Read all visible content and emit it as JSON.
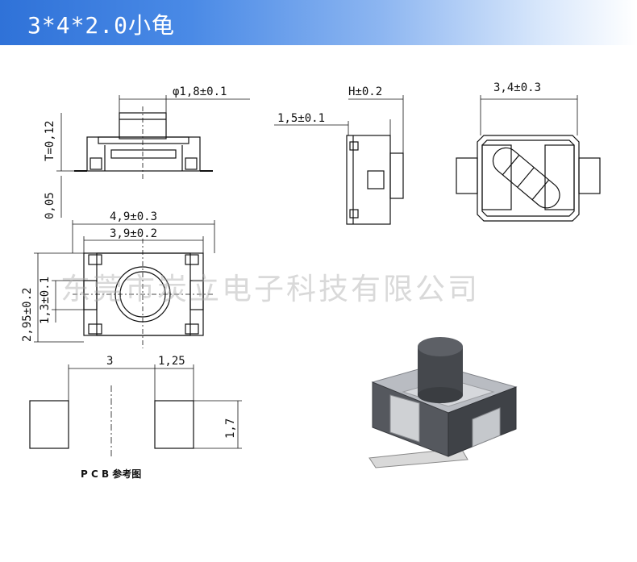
{
  "header": {
    "title": "3*4*2.0小龟"
  },
  "drawing": {
    "front_view": {
      "stem_diameter": "φ1,8±0.1",
      "height_t": "T=0,12",
      "lead_thickness": "0,05"
    },
    "side_view": {
      "height": "H±0.2",
      "stem_length": "1,5±0.1"
    },
    "bottom_view": {
      "width": "3,4±0.3"
    },
    "top_view": {
      "outer_width": "4,9±0.3",
      "inner_width": "3,9±0.2",
      "outer_height": "2,95±0.2",
      "inner_height": "1,3±0.1"
    },
    "pcb": {
      "pitch": "3",
      "pad_width": "1,25",
      "pad_height": "1,7",
      "caption": "P C B 参考图"
    }
  },
  "watermark": "东莞市炭立电子科技有限公司"
}
